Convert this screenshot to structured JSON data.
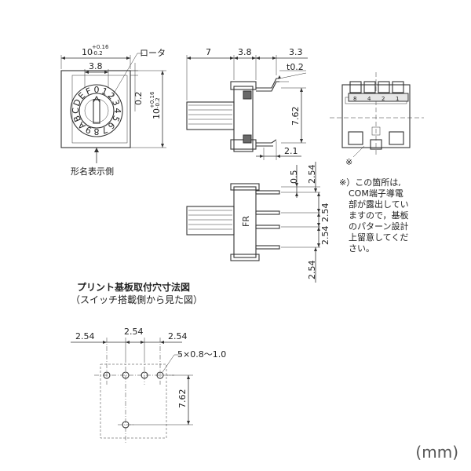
{
  "front_view": {
    "width_label": "10",
    "width_tol_plus": "+0.16",
    "width_tol_minus": "-0.2",
    "inner_label": "3.8",
    "rotor_label": "ロータ",
    "side_gap_label": "0.2",
    "height_label": "10",
    "height_tol_plus": "+0.16",
    "height_tol_minus": "-0.2",
    "marking_side_label": "形名表示側",
    "dial_chars": [
      "0",
      "1",
      "2",
      "3",
      "4",
      "5",
      "6",
      "7",
      "8",
      "9",
      "A",
      "B",
      "C",
      "D",
      "E",
      "F"
    ]
  },
  "side_view": {
    "dim_7": "7",
    "dim_3_8": "3.8",
    "dim_3_3": "3.3",
    "dim_t0_2": "t0.2",
    "dim_7_62": "7.62",
    "dim_2_1": "2.1"
  },
  "bottom_side_view": {
    "dim_0_5": "0.5",
    "dim_2_54_top": "2.54",
    "dim_2_54_mid1": "2.54",
    "dim_2_54_mid2": "2.54",
    "dim_2_54_bottom": "2.54",
    "fr_label": "FR"
  },
  "top_view": {
    "star_mark": "※",
    "pin_labels": [
      "8",
      "4",
      "2",
      "1"
    ]
  },
  "note": {
    "lines": [
      "※）この箇所は,",
      "COM端子導電",
      "部が露出してい",
      "ますので，基板",
      "のパターン設計",
      "上留意してくだ",
      "さい。"
    ]
  },
  "pcb_layout": {
    "title": "プリント基板取付穴寸法図",
    "subtitle": "（スイッチ搭載側から見た図）",
    "dim_left": "2.54",
    "dim_mid": "2.54",
    "dim_right": "2.54",
    "hole_label": "5×0.8～1.0",
    "dim_vertical": "7.62"
  },
  "unit": "(mm)"
}
